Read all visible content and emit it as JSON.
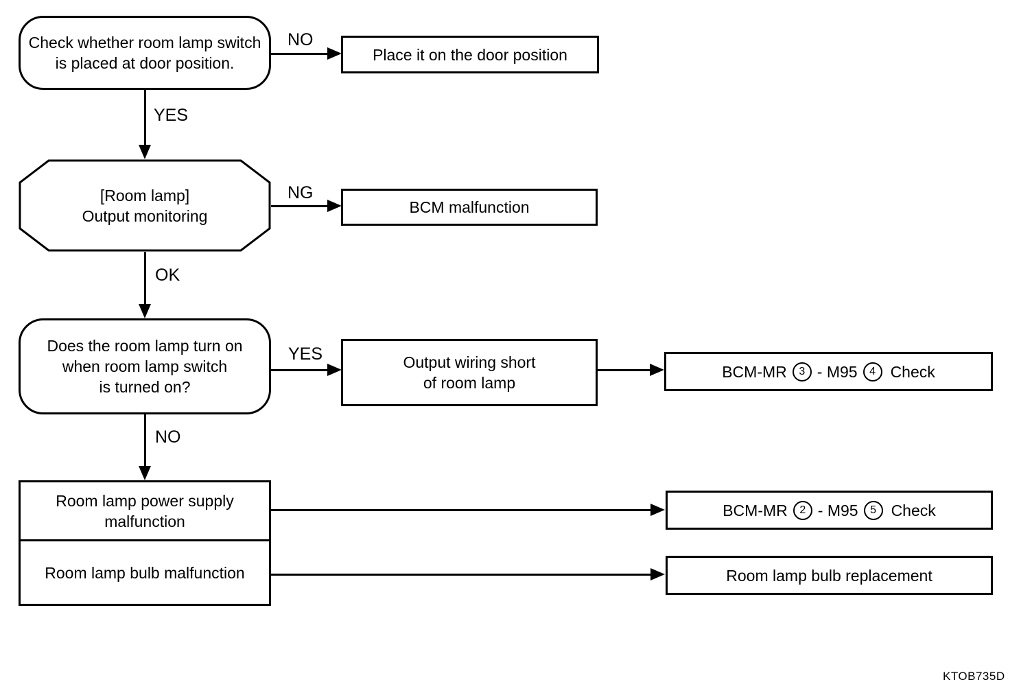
{
  "diagram": {
    "nodes": {
      "check_switch": {
        "line1": "Check whether room lamp switch",
        "line2": "is placed at door position."
      },
      "place_door": {
        "text": "Place it on the door position"
      },
      "output_monitoring": {
        "line1": "[Room lamp]",
        "line2": "Output monitoring"
      },
      "bcm_malfunction": {
        "text": "BCM malfunction"
      },
      "lamp_turn_on": {
        "line1": "Does the room lamp turn on",
        "line2": "when room lamp switch",
        "line3": "is turned on?"
      },
      "output_wiring": {
        "line1": "Output wiring short",
        "line2": "of room lamp"
      },
      "bcm_check_top": {
        "t1": "BCM-MR",
        "n1": "3",
        "t2": "- M95",
        "n2": "4",
        "t3": "Check"
      },
      "power_supply": {
        "line1": "Room lamp power supply",
        "line2": "malfunction"
      },
      "bcm_check_bottom": {
        "t1": "BCM-MR",
        "n1": "2",
        "t2": "- M95",
        "n2": "5",
        "t3": "Check"
      },
      "bulb_malfunction": {
        "text": "Room lamp bulb malfunction"
      },
      "bulb_replacement": {
        "text": "Room lamp bulb replacement"
      }
    },
    "edge_labels": {
      "no_top": "NO",
      "yes_top": "YES",
      "ng": "NG",
      "ok": "OK",
      "yes_mid": "YES",
      "no_mid": "NO"
    },
    "figure_code": "KTOB735D",
    "colors": {
      "ink": "#000000",
      "background": "#ffffff"
    }
  }
}
